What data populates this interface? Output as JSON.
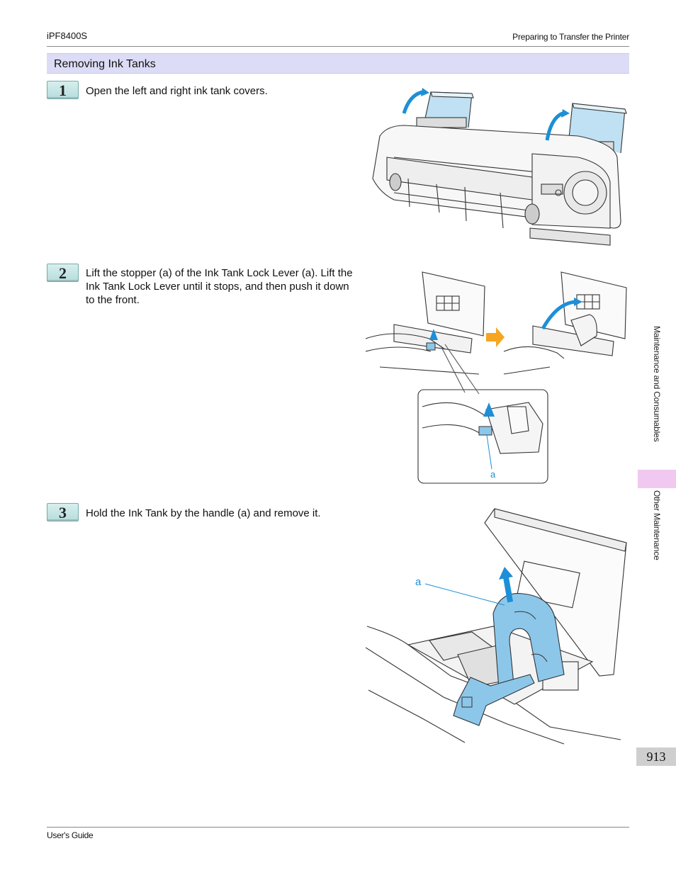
{
  "header": {
    "model": "iPF8400S",
    "chapter": "Preparing to Transfer the Printer"
  },
  "section": {
    "title": "Removing Ink Tanks"
  },
  "steps": [
    {
      "number": "1",
      "text": "Open the left and right ink tank covers."
    },
    {
      "number": "2",
      "text": "Lift the stopper (a) of the Ink Tank Lock Lever (a). Lift the Ink Tank Lock Lever until it stops, and then push it down to the front."
    },
    {
      "number": "3",
      "text": "Hold the Ink Tank by the handle (a) and remove it."
    }
  ],
  "figures": {
    "fig2_label": "a",
    "fig3_label": "a"
  },
  "side_tabs": {
    "primary": "Maintenance and Consumables",
    "secondary": "Other Maintenance"
  },
  "page_number": "913",
  "footer": {
    "guide": "User's Guide"
  },
  "colors": {
    "section_bar": "#dcdcf6",
    "step_badge": "#c6e6e6",
    "arrow_blue": "#1d8fd6",
    "arrow_orange": "#f5a623",
    "ink_tank_blue": "#8cc7ea",
    "side_highlight": "#f1c9f0",
    "page_num_box": "#cfcfcf"
  }
}
